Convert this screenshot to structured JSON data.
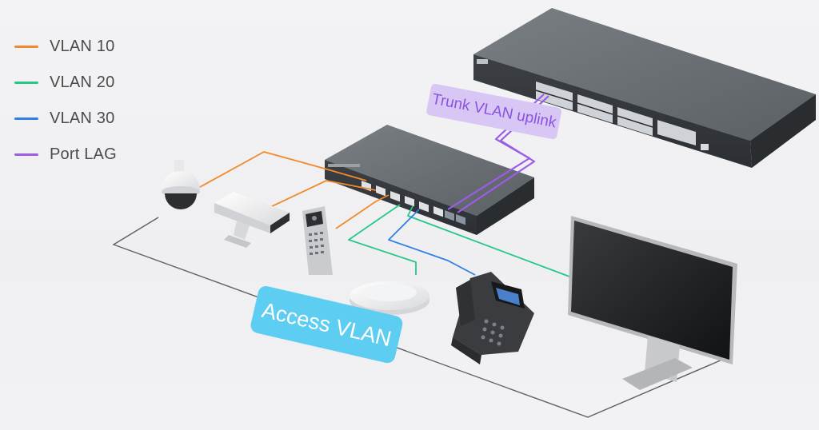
{
  "legend": {
    "items": [
      {
        "label": "VLAN 10",
        "color": "#f08a2a"
      },
      {
        "label": "VLAN 20",
        "color": "#26c88a"
      },
      {
        "label": "VLAN 30",
        "color": "#2f7fe6"
      },
      {
        "label": "Port LAG",
        "color": "#9b5de5"
      }
    ]
  },
  "labels": {
    "trunk": "Trunk VLAN uplink",
    "access": "Access VLAN"
  },
  "colors": {
    "vlan10": "#f08a2a",
    "vlan20": "#26c88a",
    "vlan30": "#2f7fe6",
    "lag": "#9b5de5",
    "trunk_label_bg": "#d8c6f5",
    "access_label_bg": "#5ecdf2",
    "switch_body": "#555a5f"
  },
  "devices": [
    {
      "name": "core-switch",
      "icon": "rack-switch-24port"
    },
    {
      "name": "access-switch",
      "icon": "desktop-switch-8port"
    },
    {
      "name": "dome-camera",
      "icon": "dome-camera"
    },
    {
      "name": "bullet-camera",
      "icon": "bullet-camera"
    },
    {
      "name": "door-intercom",
      "icon": "door-intercom"
    },
    {
      "name": "access-point",
      "icon": "ceiling-access-point"
    },
    {
      "name": "ip-phone",
      "icon": "ip-phone"
    },
    {
      "name": "monitor",
      "icon": "monitor"
    }
  ]
}
